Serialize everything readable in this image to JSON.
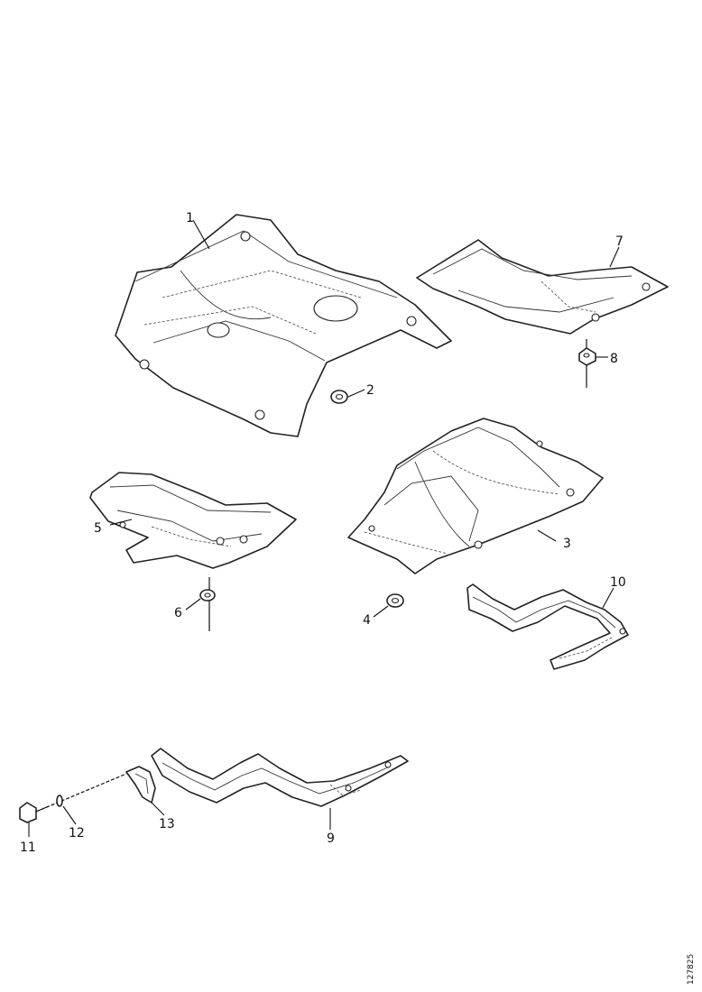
{
  "callouts": {
    "c1": "1",
    "c2": "2",
    "c3": "3",
    "c4": "4",
    "c5": "5",
    "c6": "6",
    "c7": "7",
    "c8": "8",
    "c9": "9",
    "c10": "10",
    "c11": "11",
    "c12": "12",
    "c13": "13"
  },
  "reference_code": "127825"
}
